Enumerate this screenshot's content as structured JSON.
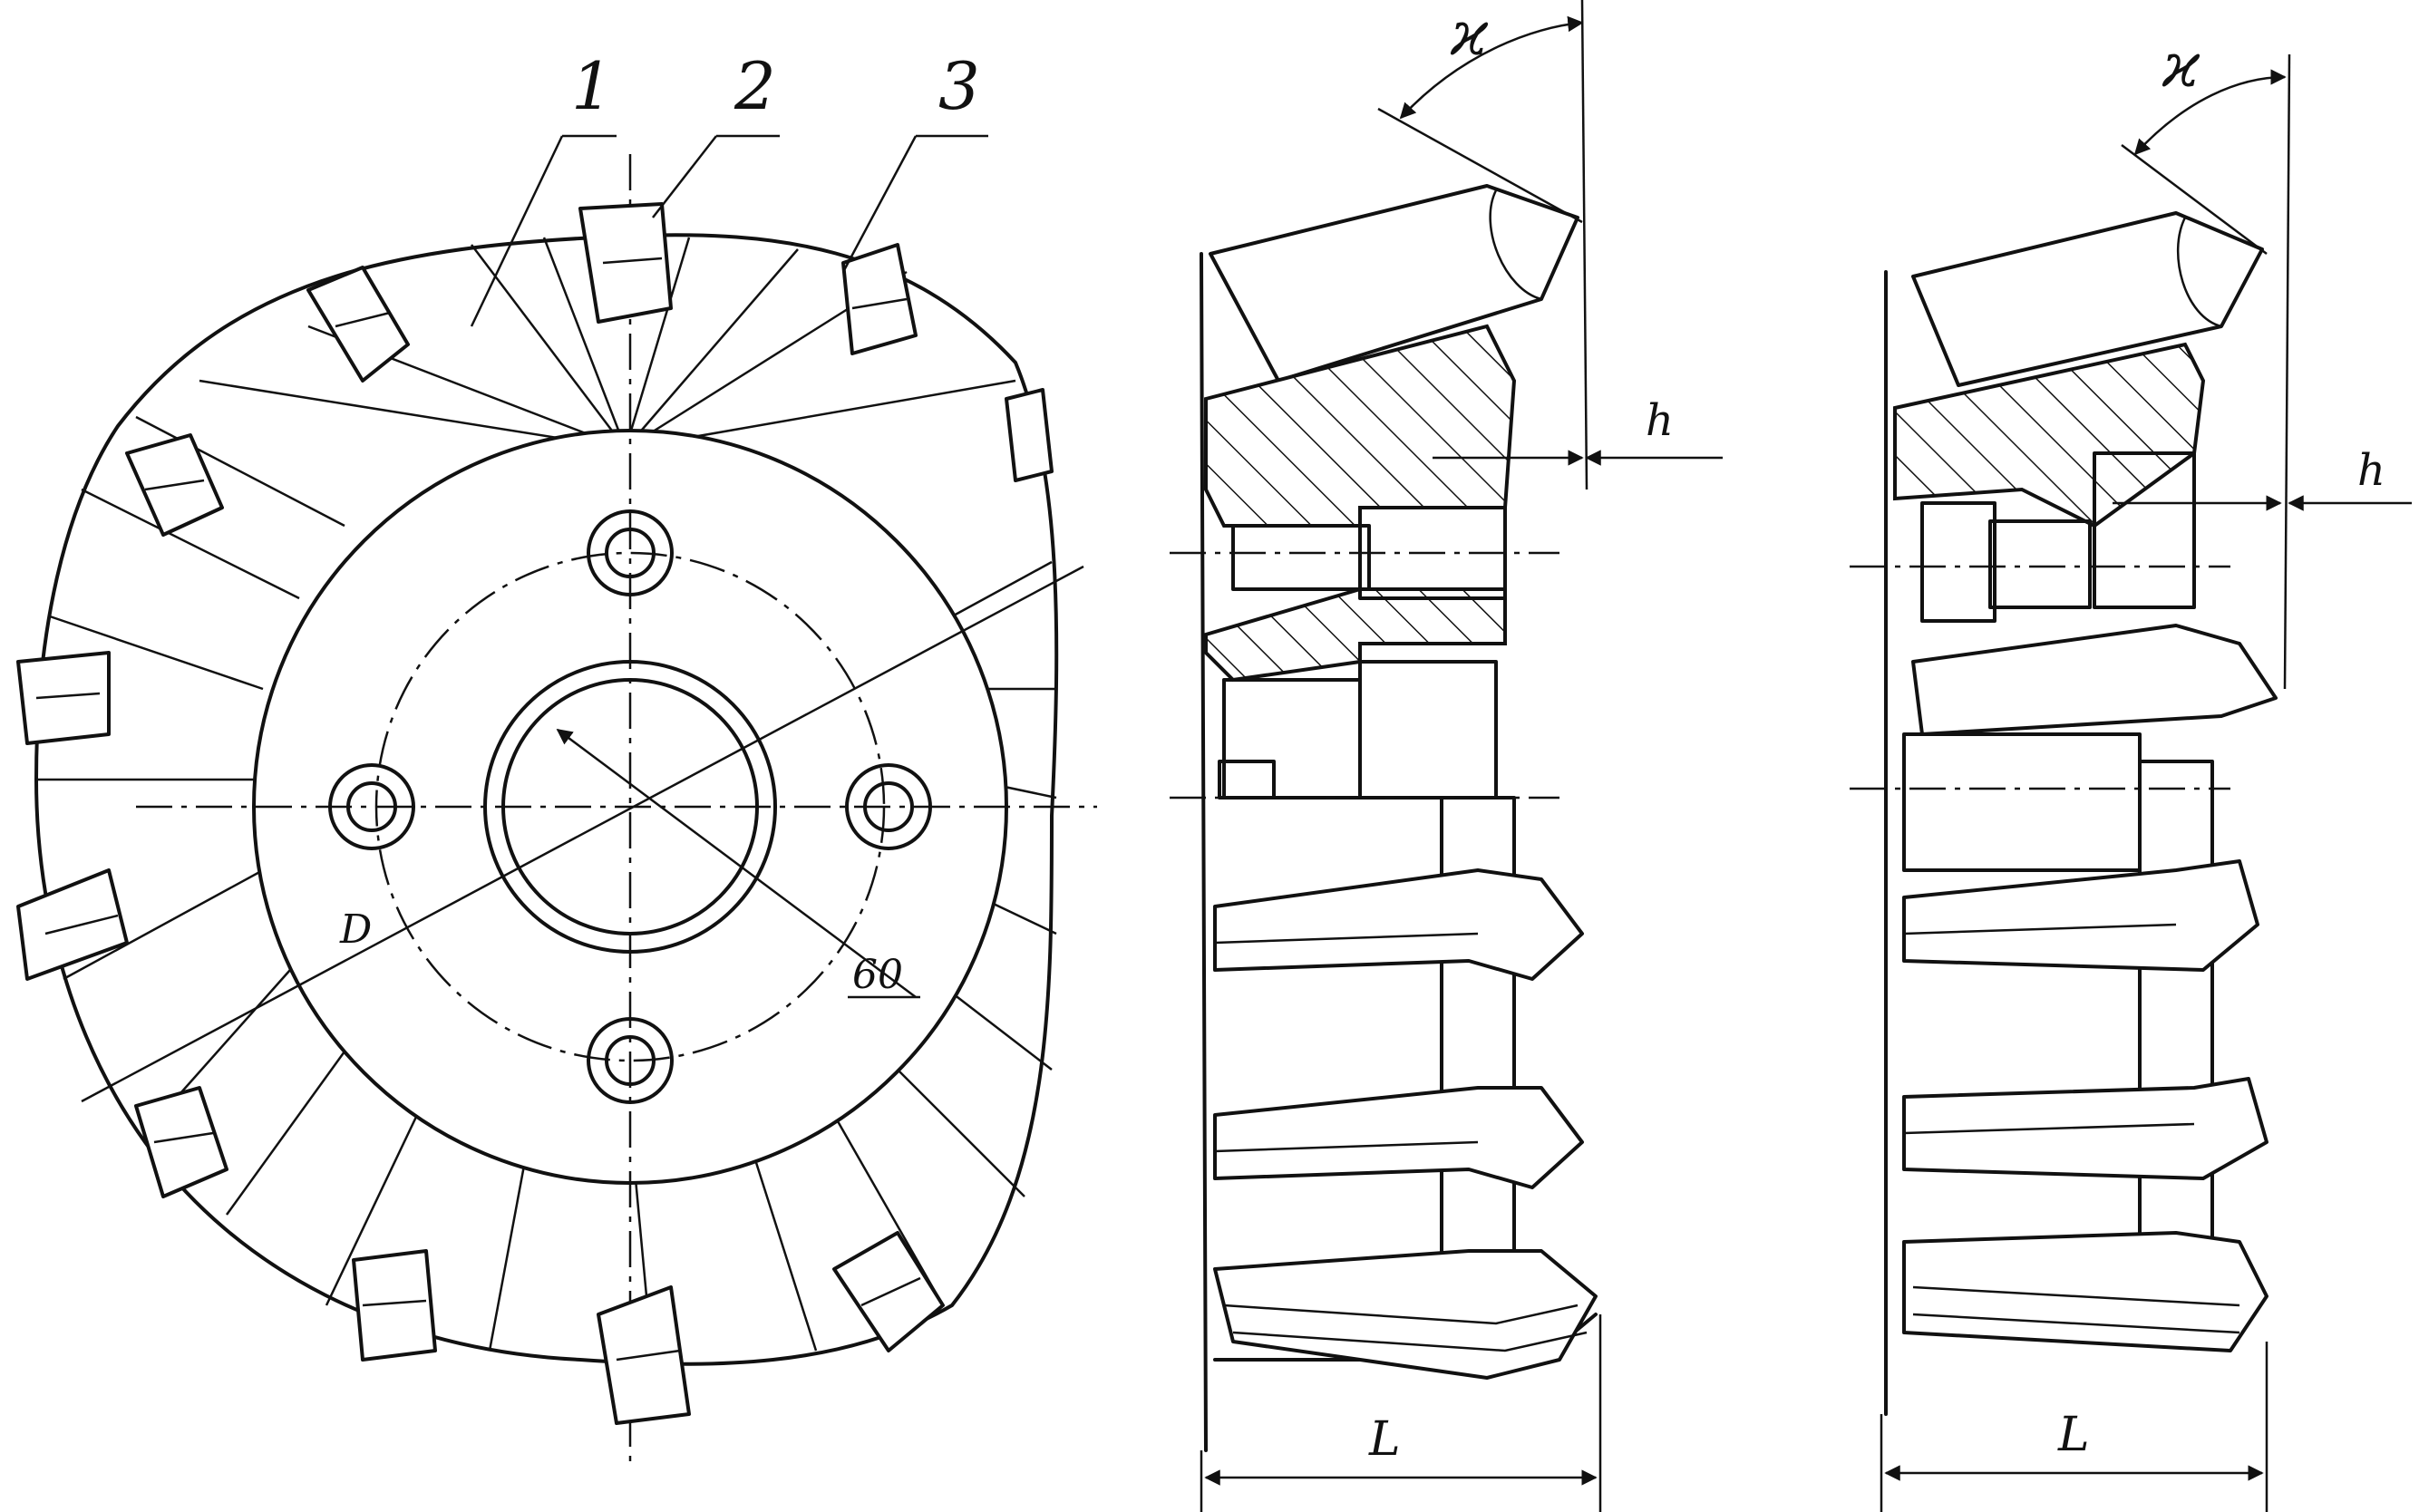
{
  "labels": {
    "part1": "1",
    "part2": "2",
    "part3": "3",
    "diameter": "D",
    "bore": "60",
    "angle_mid": "ϰ",
    "angle_right": "ϰ",
    "h_mid": "h",
    "h_right": "h",
    "length_mid": "L",
    "length_right": "L"
  },
  "colors": {
    "line": "#111111",
    "background": "#ffffff"
  }
}
